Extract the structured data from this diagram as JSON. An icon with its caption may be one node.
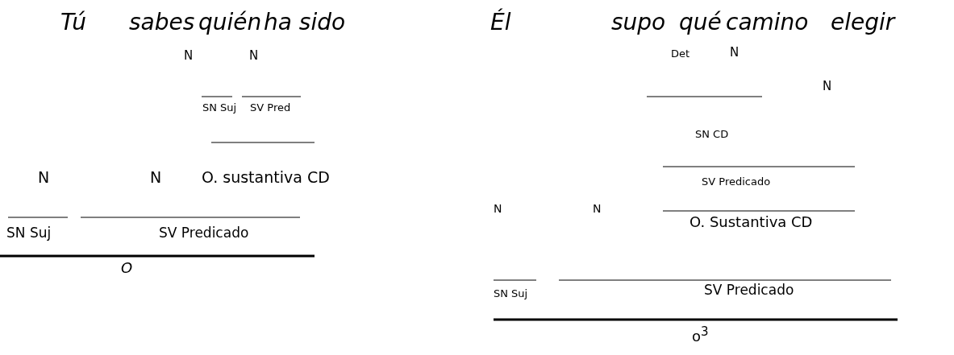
{
  "diagram": {
    "labels": [
      "Tú",
      "sabes",
      "quién",
      "ha sido",
      "Él",
      "supo",
      "qué",
      "camino",
      "elegir",
      "N",
      "N",
      "Det",
      "N",
      "N",
      "SN Suj",
      "SV Pred",
      "SN CD",
      "N",
      "N",
      "O. sustantiva  CD",
      "SV Predicado",
      "N",
      "N",
      "O. Sustantiva CD",
      "SN Suj",
      "SV Predicado",
      "O",
      "SN Suj",
      "SV Predicado",
      "o$^{3}$"
    ]
  }
}
